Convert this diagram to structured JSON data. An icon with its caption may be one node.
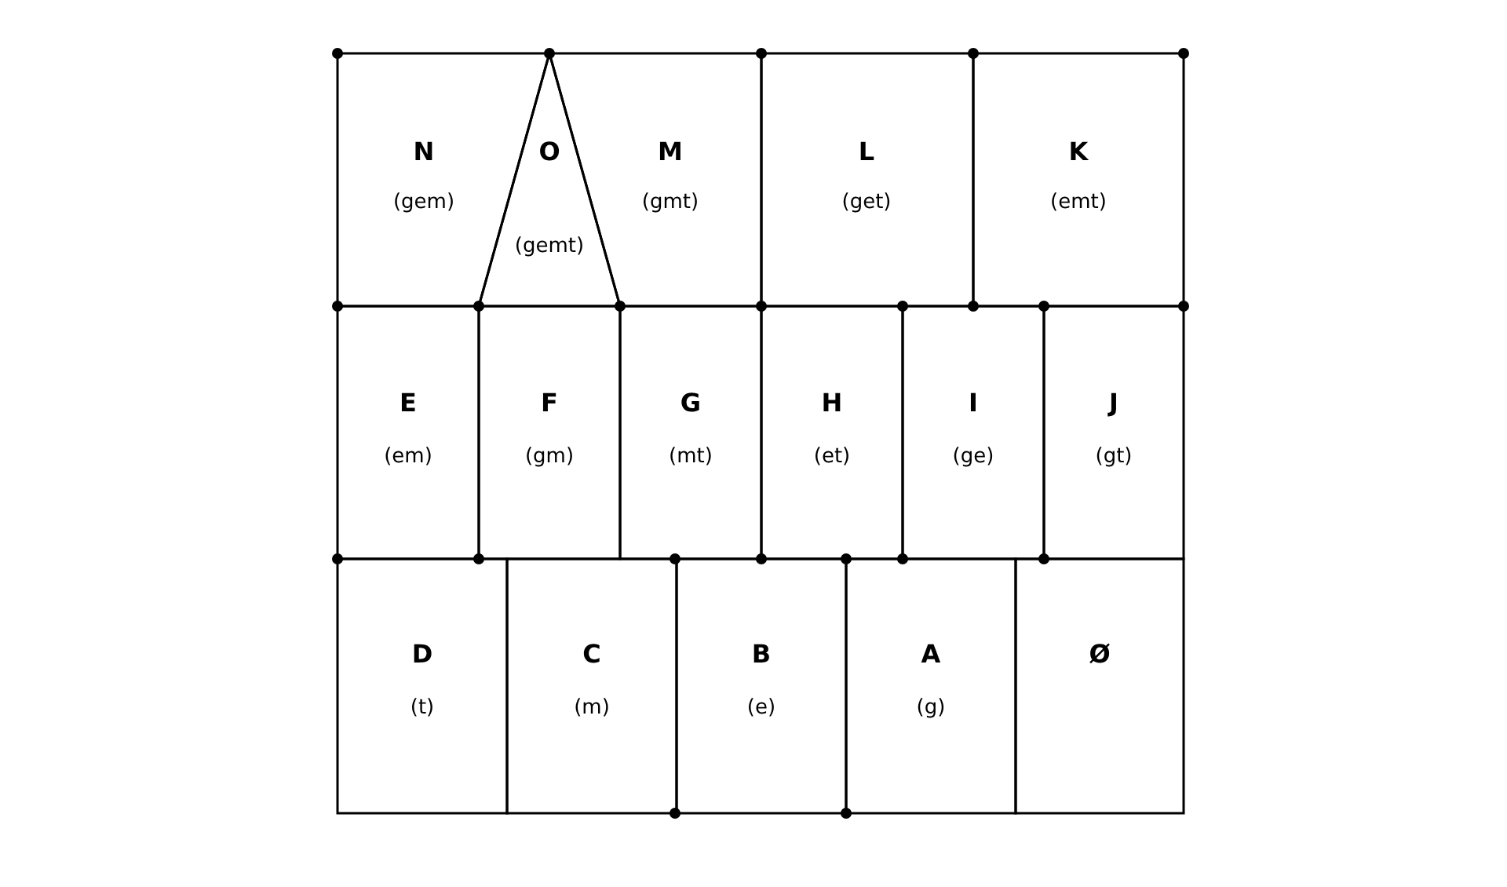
{
  "diagram": {
    "nodes": [
      {
        "text": [
          "N",
          "(gem)"
        ]
      },
      {
        "text": [
          "O",
          "(gemt)"
        ]
      },
      {
        "text": [
          "M",
          "(gmt)"
        ]
      },
      {
        "text": [
          "L",
          "(get)"
        ]
      },
      {
        "text": [
          "K",
          "(emt)"
        ]
      },
      {
        "text": [
          "E",
          "(em)"
        ]
      },
      {
        "text": [
          "F",
          "(gm)"
        ]
      },
      {
        "text": [
          "G",
          "(mt)"
        ]
      },
      {
        "text": [
          "H",
          "(et)"
        ]
      },
      {
        "text": [
          "I",
          "(ge)"
        ]
      },
      {
        "text": [
          "J",
          "(gt)"
        ]
      },
      {
        "text": [
          "D",
          "(t)"
        ]
      },
      {
        "text": [
          "C",
          "(m)"
        ]
      },
      {
        "text": [
          "B",
          "(e)"
        ]
      },
      {
        "text": [
          "A",
          "(g)"
        ]
      },
      {
        "text": [
          "Ø"
        ]
      }
    ]
  }
}
